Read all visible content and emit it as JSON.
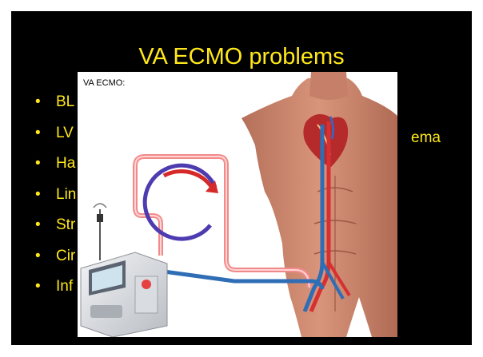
{
  "slide": {
    "title": "VA ECMO problems",
    "bullets": [
      {
        "symbol": "•",
        "text": "BL"
      },
      {
        "symbol": "•",
        "text": "LV"
      },
      {
        "symbol": "•",
        "text": "Ha"
      },
      {
        "symbol": "•",
        "text": "Lin"
      },
      {
        "symbol": "•",
        "text": "Str"
      },
      {
        "symbol": "•",
        "text": "Cir"
      },
      {
        "symbol": "•",
        "text": "Inf"
      }
    ],
    "bullet_2_tail": "ema",
    "text_color": "#ffe81a",
    "background": "#000000"
  },
  "figure": {
    "label": "VA ECMO:",
    "tube_colors": {
      "oxygenated": "#e23b3b",
      "deoxygenated": "#2f6db5"
    },
    "flow_arrow_colors": [
      "#d62a2a",
      "#4d3bb0"
    ]
  }
}
